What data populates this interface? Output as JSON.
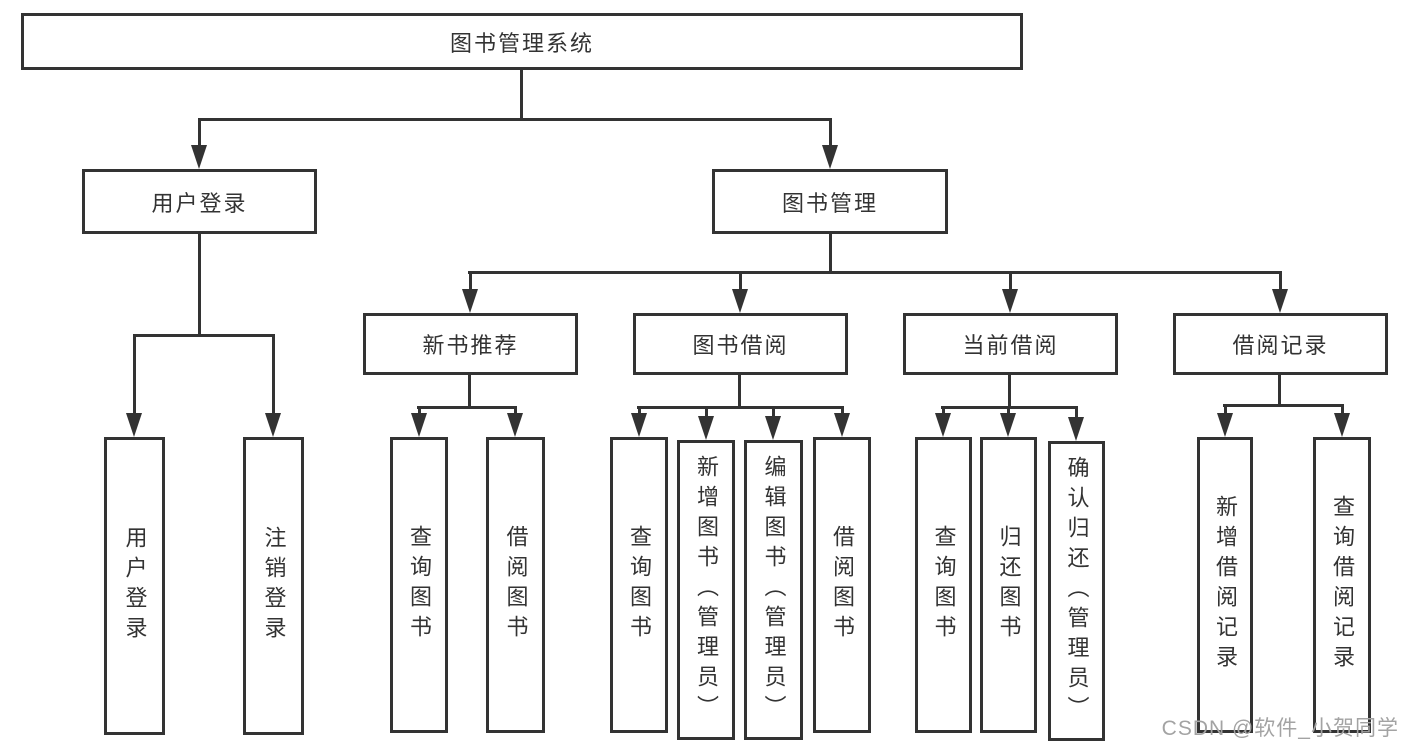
{
  "diagram": {
    "nodes": {
      "root": "图书管理系统",
      "user_login": "用户登录",
      "book_mgmt": "图书管理",
      "new_book_rec": "新书推荐",
      "book_borrow": "图书借阅",
      "current_borrow": "当前借阅",
      "borrow_record": "借阅记录",
      "ul_login": "用户登录",
      "ul_logout": "注销登录",
      "nb_query": "查询图书",
      "nb_borrow": "借阅图书",
      "bb_query": "查询图书",
      "bb_add": "新增图书（管理员）",
      "bb_edit": "编辑图书（管理员）",
      "bb_borrow": "借阅图书",
      "cb_query": "查询图书",
      "cb_return": "归还图书",
      "cb_confirm": "确认归还（管理员）",
      "br_add": "新增借阅记录",
      "br_query": "查询借阅记录"
    },
    "watermark": "CSDN @软件_小贺同学",
    "colors": {
      "line": "#333333",
      "text": "#333333",
      "background": "#ffffff",
      "watermark": "#a3a3a3"
    }
  }
}
